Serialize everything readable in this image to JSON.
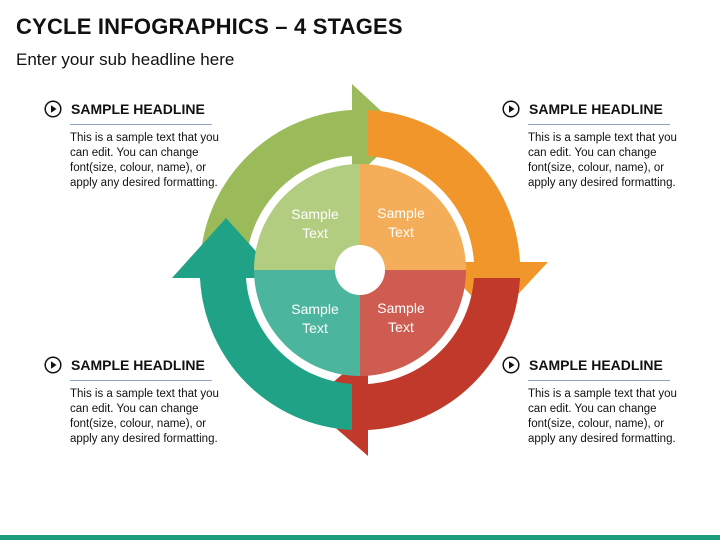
{
  "title": "CYCLE INFOGRAPHICS – 4 STAGES",
  "subtitle": "Enter your sub headline here",
  "blocks": [
    {
      "headline": "SAMPLE HEADLINE",
      "text": "This is a sample text that you can edit. You can change font(size, colour, name), or apply any desired formatting."
    },
    {
      "headline": "SAMPLE HEADLINE",
      "text": "This is a sample text that you can edit. You can change font(size, colour, name), or apply any desired formatting."
    },
    {
      "headline": "SAMPLE HEADLINE",
      "text": "This is a sample text that you can edit. You can change font(size, colour, name), or apply any desired formatting."
    },
    {
      "headline": "SAMPLE HEADLINE",
      "text": "This is a sample text that you can edit. You can change font(size, colour, name), or apply any desired formatting."
    }
  ],
  "segments": [
    {
      "line1": "Sample",
      "line2": "Text"
    },
    {
      "line1": "Sample",
      "line2": "Text"
    },
    {
      "line1": "Sample",
      "line2": "Text"
    },
    {
      "line1": "Sample",
      "line2": "Text"
    }
  ],
  "colors": {
    "green": "#9bbb5a",
    "green_light": "#b2cd80",
    "orange": "#f0962a",
    "orange_light": "#f4ae59",
    "red": "#c0392b",
    "red_light": "#cf5c51",
    "teal": "#1fa285",
    "teal_light": "#4cb59d",
    "bottom_bar": "#1a9c7d"
  },
  "icons": {
    "bullet": "play-circle-icon"
  }
}
